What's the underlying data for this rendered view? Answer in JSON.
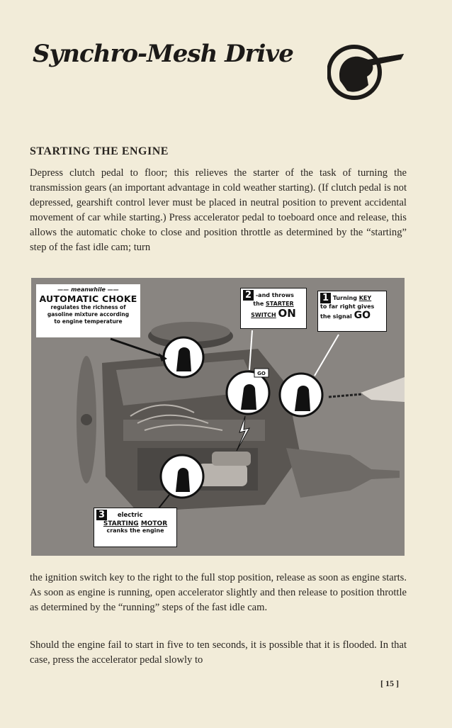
{
  "header": {
    "title": "Synchro-Mesh Drive",
    "logo_icon": "indian-head-emblem-icon"
  },
  "section": {
    "heading": "STARTING THE ENGINE"
  },
  "body": {
    "paragraph_1": "Depress clutch pedal to floor; this relieves the starter of the task of turning the transmission gears (an important advantage in cold weather starting). (If clutch pedal is not depressed, gearshift control lever must be placed in neutral position to prevent accidental movement of car while starting.) Press accelerator pedal to toeboard once and release, this allows the automatic choke to close and position throttle as determined by the “starting” step of the fast idle cam; turn",
    "paragraph_2": "the ignition switch key to the right to the full stop position, release as soon as engine starts. As soon as engine is running, open accelerator slightly and then release to position throttle as determined by the “running” steps of the fast idle cam.",
    "paragraph_3": "Should the engine fail to start in five to ten seconds, it is possible that it is flooded. In that case, press the accelerator pedal slowly to"
  },
  "figure": {
    "choke": {
      "meanwhile": "meanwhile",
      "title": "AUTOMATIC CHOKE",
      "line1": "regulates the richness of",
      "line2": "gasoline mixture according",
      "line3": "to engine temperature"
    },
    "starter_switch": {
      "number": "2",
      "line1": "-and throws",
      "line2_pre": "the ",
      "line2_u": "STARTER",
      "line3_u": "SWITCH",
      "line3_big": "ON"
    },
    "key": {
      "number": "1",
      "line1_pre": "Turning ",
      "line1_u": "KEY",
      "line2": "to far right gives",
      "line3_pre": "the signal ",
      "line3_big": "GO"
    },
    "motor": {
      "number": "3",
      "line1": "electric",
      "line2_u1": "STARTING",
      "line2_u2": "MOTOR",
      "line3": "cranks the engine"
    },
    "go_label": "GO",
    "colors": {
      "background": "#898581",
      "engine_dark": "#4a4744",
      "engine_mid": "#6e6a66",
      "highlight": "#b8b3ad"
    }
  },
  "footer": {
    "page_number": "[ 15 ]"
  }
}
